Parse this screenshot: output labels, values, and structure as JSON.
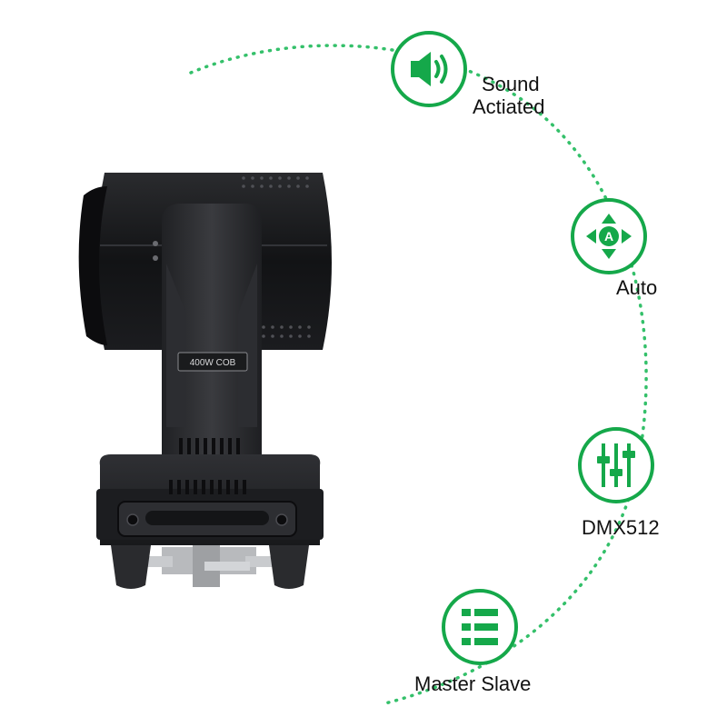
{
  "product": {
    "model_plate": "400W COB"
  },
  "colors": {
    "accent": "#15a84a",
    "dotted_arc": "#34c06a",
    "fixture_body": "#2b2c2f",
    "fixture_dark": "#111214",
    "text": "#111111"
  },
  "features": [
    {
      "icon": "speaker-icon",
      "label_lines": [
        "Sound",
        "Actiated"
      ]
    },
    {
      "icon": "auto-arrows-icon",
      "icon_letter": "A",
      "label_lines": [
        "Auto"
      ]
    },
    {
      "icon": "sliders-icon",
      "label_lines": [
        "DMX512"
      ]
    },
    {
      "icon": "list-icon",
      "label_lines": [
        "Master Slave"
      ]
    }
  ]
}
